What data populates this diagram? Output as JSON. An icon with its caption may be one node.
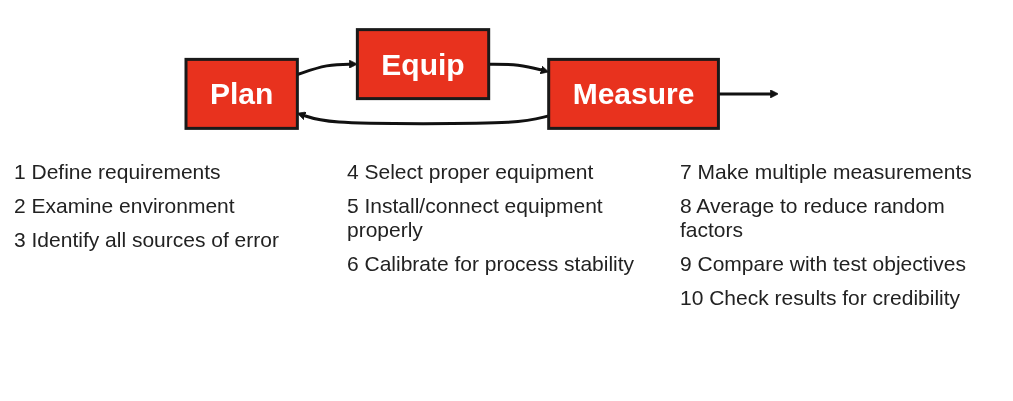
{
  "diagram": {
    "nodes": [
      {
        "text": [
          "Plan"
        ]
      },
      {
        "text": [
          "Equip"
        ]
      },
      {
        "text": [
          "Measure"
        ]
      }
    ],
    "edges": [
      {
        "from": 0,
        "to": 1,
        "arrow": "to"
      },
      {
        "from": 1,
        "to": 2,
        "arrow": "to"
      },
      {
        "from": 2,
        "to": null,
        "arrow": "to"
      },
      {
        "from": 2,
        "to": 0,
        "arrow": "to"
      }
    ],
    "labels": [
      "1 Define requirements",
      "2 Examine environment",
      "3 Identify all sources of error",
      "4 Select proper equipment",
      "5 Install/connect equipment properly",
      "6 Calibrate for process stability",
      "7 Make multiple measurements",
      "8 Average to reduce random factors",
      "9 Compare with test objectives",
      "10 Check results for credibility"
    ]
  }
}
